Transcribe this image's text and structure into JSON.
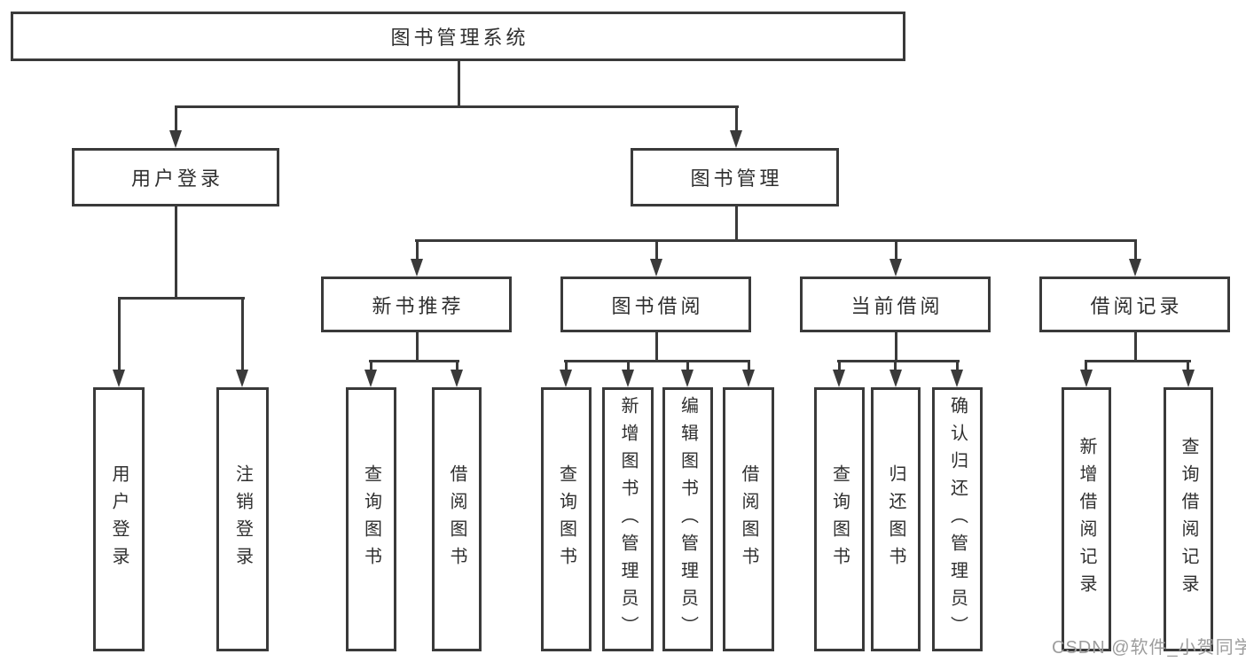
{
  "colors": {
    "line": "#3a3a3a",
    "text": "#2f2f2f",
    "watermark": "#9d9d9d",
    "background": "#ffffff"
  },
  "watermark": {
    "text": "CSDN @软件_小贺同学"
  },
  "tree": {
    "label": "图书管理系统",
    "children": [
      {
        "label": "用户登录",
        "children": [
          {
            "label": "用户登录"
          },
          {
            "label": "注销登录"
          }
        ]
      },
      {
        "label": "图书管理",
        "children": [
          {
            "label": "新书推荐",
            "children": [
              {
                "label": "查询图书"
              },
              {
                "label": "借阅图书"
              }
            ]
          },
          {
            "label": "图书借阅",
            "children": [
              {
                "label": "查询图书"
              },
              {
                "label": "新增图书（管理员）"
              },
              {
                "label": "编辑图书（管理员）"
              },
              {
                "label": "借阅图书"
              }
            ]
          },
          {
            "label": "当前借阅",
            "children": [
              {
                "label": "查询图书"
              },
              {
                "label": "归还图书"
              },
              {
                "label": "确认归还（管理员）"
              }
            ]
          },
          {
            "label": "借阅记录",
            "children": [
              {
                "label": "新增借阅记录"
              },
              {
                "label": "查询借阅记录"
              }
            ]
          }
        ]
      }
    ]
  }
}
